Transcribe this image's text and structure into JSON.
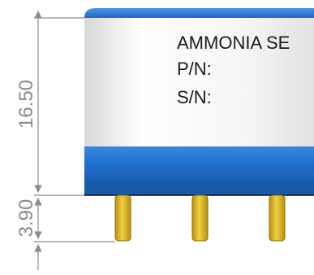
{
  "label": {
    "line1": "AMMONIA SE",
    "line2": "P/N:",
    "line3": "S/N:"
  },
  "dimensions": {
    "body_height": "16.50",
    "pin_length": "3.90"
  },
  "colors": {
    "cap_blue": "#2f7fd8",
    "band_blue": "#1f6fcf",
    "pin_gold": "#d4aa1e",
    "dim_line": "#8c8c8c",
    "label_text": "#1a1a1a"
  }
}
